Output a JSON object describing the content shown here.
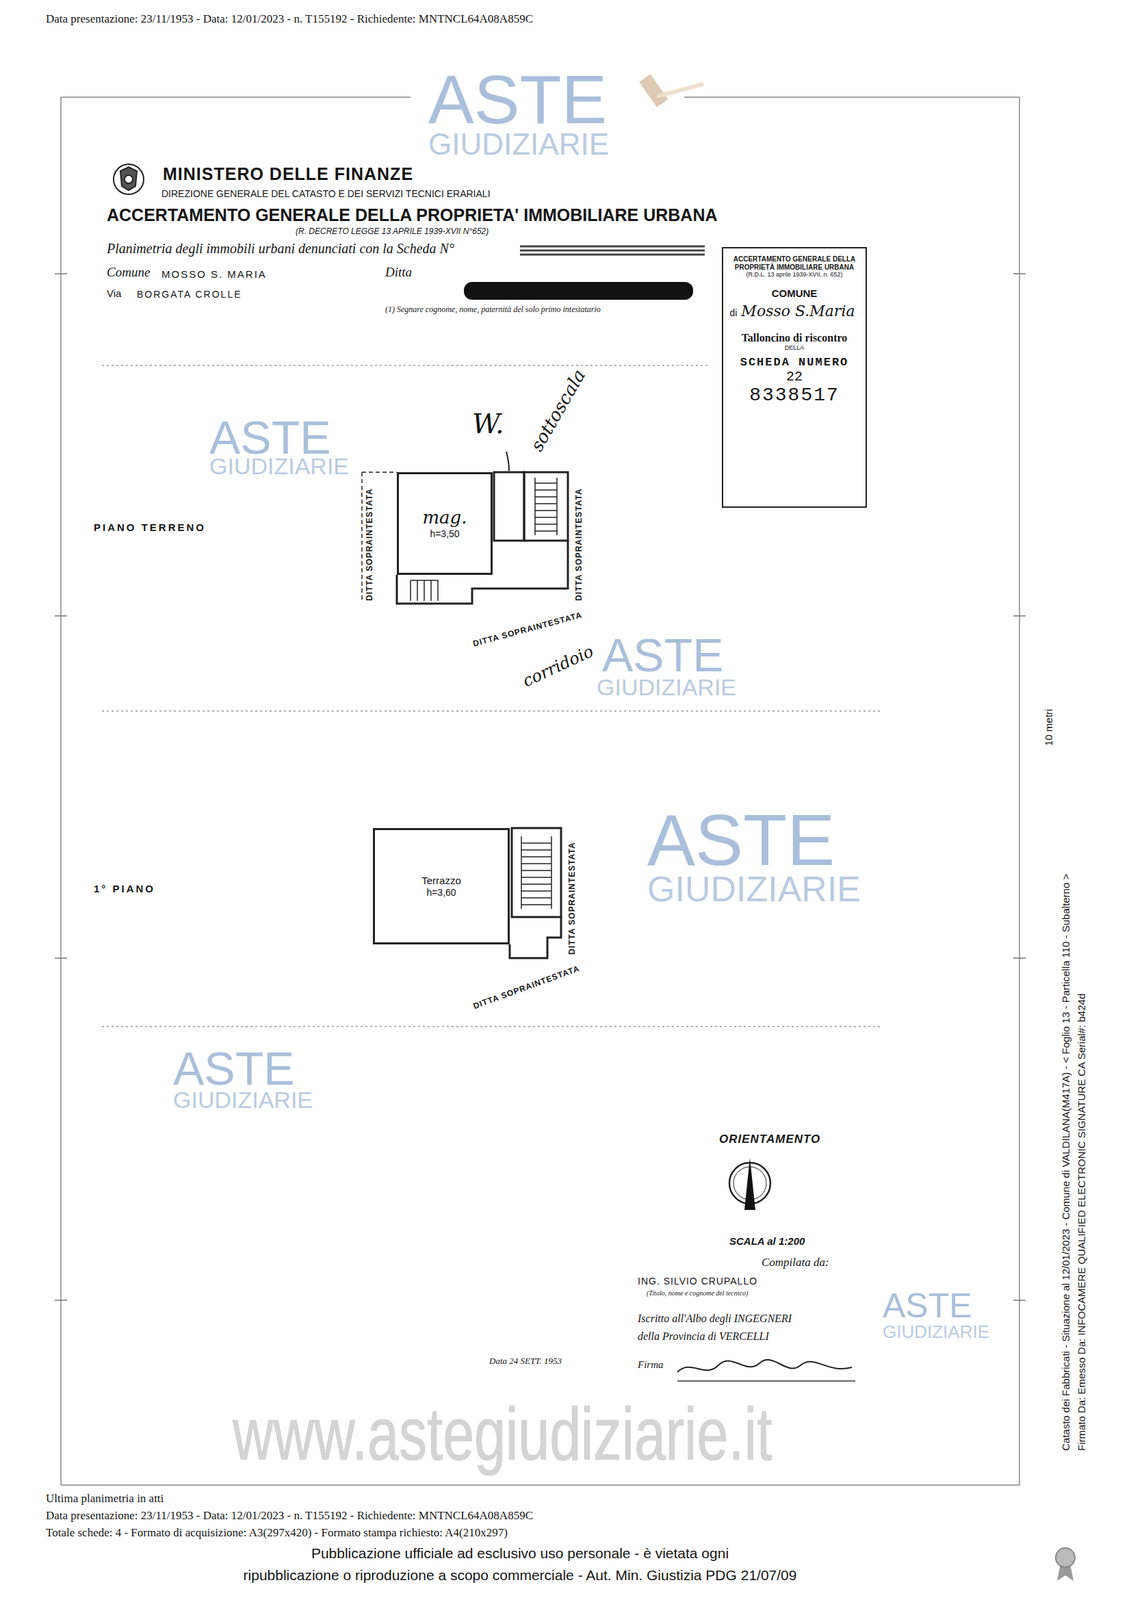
{
  "diagram": {
    "title": "ACCERTAMENTO GENERALE DELLA PROPRIETA' IMMOBILIARE URBANA",
    "nodes": [
      {
        "text": [
          "ACCERTAMENTO GENERALE DELLA PROPRIETÀ IMMOBILIARE URBANA",
          "(R.D.L. 13 aprile 1939-XVII, n. 652)",
          "COMUNE",
          "di",
          "Mosso S.Maria",
          "Talloncino di riscontro",
          "DELLA",
          "SCHEDA NUMERO",
          "22",
          "8338517"
        ]
      },
      {
        "text": [
          "mag.",
          "h=3,50"
        ]
      },
      {
        "text": [
          "Terrazzo",
          "h=3,60"
        ]
      }
    ],
    "labels": [
      "Data presentazione: 23/11/1953 - Data: 12/01/2023 - n. T155192 - Richiedente: MNTNCL64A08A859C",
      "ASTE",
      "GIUDIZIARIE",
      "MINISTERO DELLE FINANZE",
      "DIREZIONE GENERALE DEL CATASTO E DEI SERVIZI TECNICI ERARIALI",
      "(R. DECRETO LEGGE 13 APRILE 1939-XVII N°652)",
      "Planimetria degli immobili urbani denunciati con la Scheda N°",
      "Comune",
      "MOSSO S. MARIA",
      "Ditta",
      "Via",
      "BORGATA CROLLE",
      "(1) Segnare cognome, nome, paternità del solo primo intestatario",
      "ASTE",
      "GIUDIZIARIE",
      "PIANO TERRENO",
      "W.",
      "sottoscala",
      "DITTA SOPRAINTESTATA",
      "DITTA SOPRAINTESTATA",
      "DITTA SOPRAINTESTATA",
      "corridoio",
      "ASTE",
      "GIUDIZIARIE",
      "ASTE",
      "GIUDIZIARIE",
      "1° PIANO",
      "DITTA SOPRAINTESTATA",
      "DITTA SOPRAINTESTATA",
      "ASTE",
      "GIUDIZIARIE",
      "ORIENTAMENTO",
      "SCALA al 1:200",
      "Compilata da:",
      "ING. SILVIO CRUPALLO",
      "(Titolo, nome e cognome del tecnico)",
      "Iscritto all'Albo degli INGEGNERI",
      "della Provincia di VERCELLI",
      "Data 24 SETT. 1953",
      "Firma",
      "ASTE",
      "GIUDIZIARIE",
      "www.astegiudiziarie.it",
      "Ultima planimetria in atti",
      "Data presentazione: 23/11/1953 - Data: 12/01/2023 - n. T155192 - Richiedente: MNTNCL64A08A859C",
      "Totale schede: 4 - Formato di acquisizione: A3(297x420) - Formato stampa richiesto: A4(210x297)",
      "Pubblicazione ufficiale ad esclusivo uso personale - è vietata ogni",
      "ripubblicazione o riproduzione a scopo commerciale - Aut. Min. Giustizia PDG 21/07/09",
      "Catasto dei Fabbricati - Situazione al 12/01/2023 - Comune di VALDILANA(M417A) - < Foglio 13 - Particella 110 - Subalterno >",
      "Firmato Da: Emesso Da: INFOCAMERE QUALIFIED ELECTRONIC SIGNATURE CA Serial#: b424d",
      "10 metri"
    ]
  }
}
